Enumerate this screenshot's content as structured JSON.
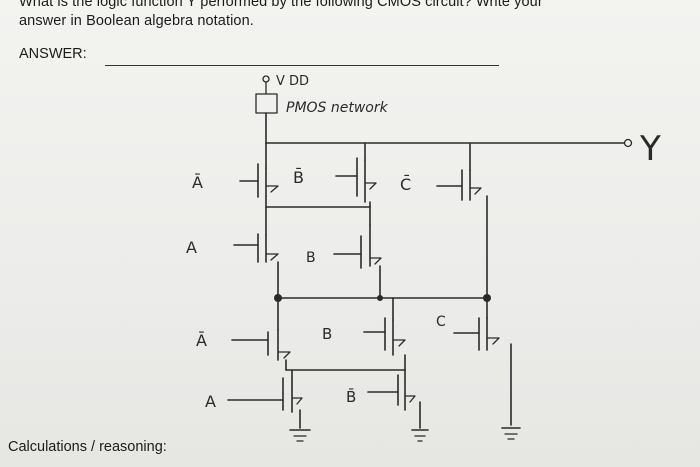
{
  "question": {
    "line1": "What is the logic function Y performed by the following CMOS circuit? Write your",
    "line2": "answer in Boolean algebra notation."
  },
  "answer_label": "ANSWER:",
  "calc_label": "Calculations / reasoning:",
  "circuit": {
    "vdd_label": "V DD",
    "pmos_label": "PMOS network",
    "output_label": "Y",
    "inputs": {
      "a_bar_1": "Ā",
      "b_bar_1": "B̄",
      "c_bar": "C̄",
      "a_1": "A",
      "b_1": "B",
      "a_bar_2": "Ā",
      "b_2": "B",
      "c": "C",
      "a_2": "A",
      "b_bar_2": "B̄"
    }
  }
}
